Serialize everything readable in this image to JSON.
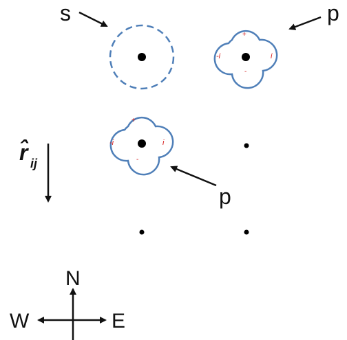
{
  "labels": {
    "s_orbital": "s",
    "p_orbital_top": "p",
    "p_orbital_bottom": "p",
    "unit_vector_r": "r̂",
    "unit_vector_sub": "ij"
  },
  "p_orbital_signs": {
    "top": "+",
    "bottom": "-",
    "left": "-i",
    "right": "i"
  },
  "compass": {
    "north": "N",
    "west": "W",
    "east": "E"
  },
  "colors": {
    "orbital_outline": "#4f7fb8",
    "sign_text": "#d62020",
    "ink": "#111111"
  }
}
